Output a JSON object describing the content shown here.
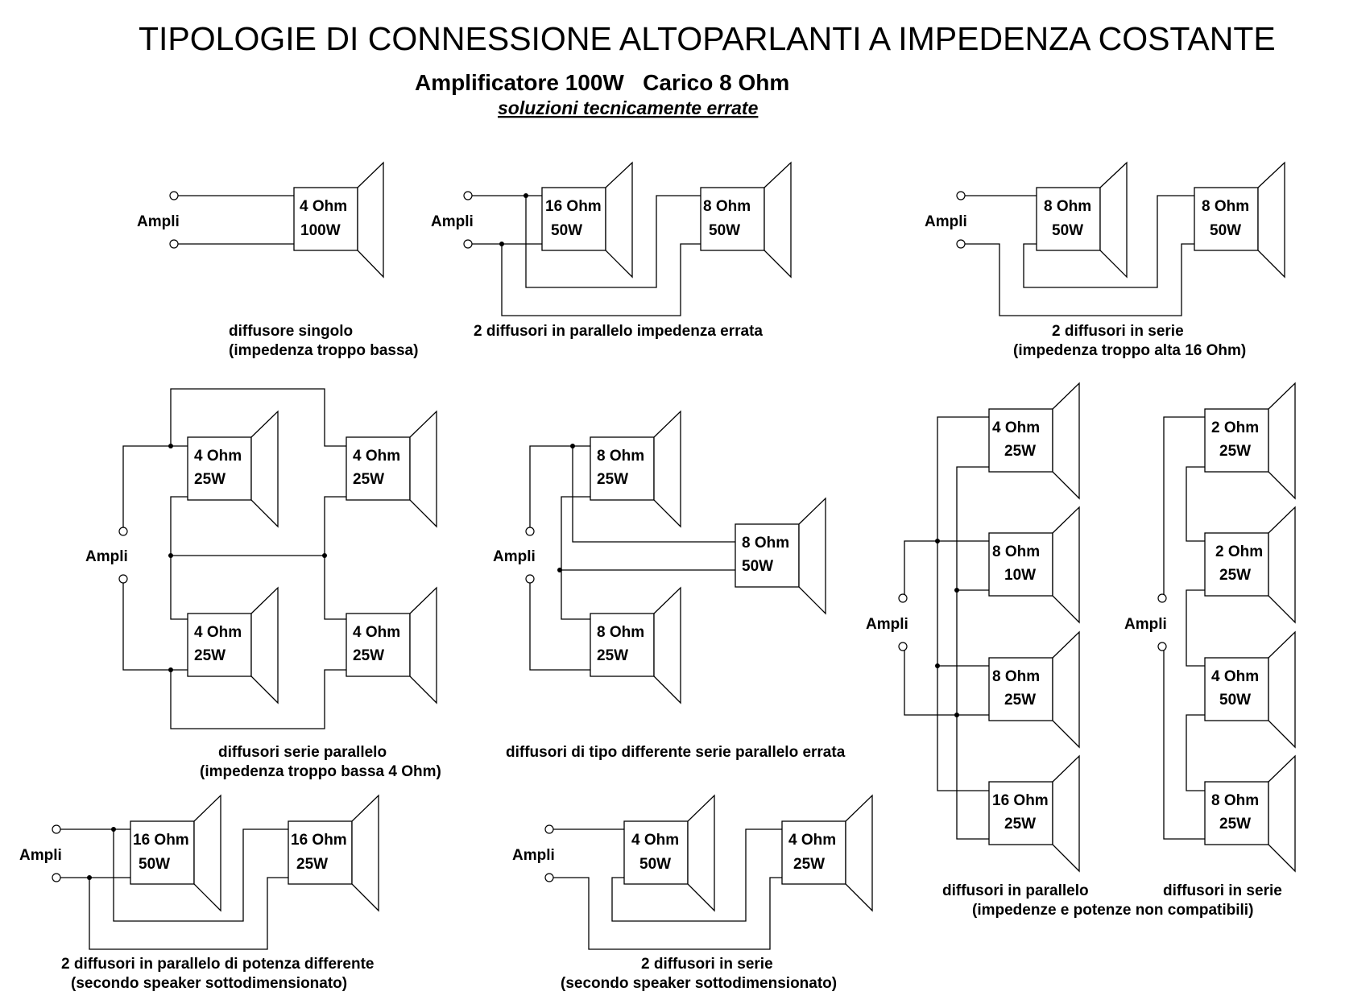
{
  "title": "TIPOLOGIE DI CONNESSIONE ALTOPARLANTI A IMPEDENZA COSTANTE",
  "subtitle": "Amplificatore 100W   Carico 8 Ohm",
  "subtitle2": "soluzioni tecnicamente errate",
  "ampli_label": "Ampli",
  "diagrams": [
    {
      "id": "d1",
      "captions": [
        "diffusore singolo",
        "(impedenza troppo bassa)"
      ],
      "speakers": [
        {
          "ohm": "4 Ohm",
          "watt": "100W"
        }
      ]
    },
    {
      "id": "d2",
      "captions": [
        "2 diffusori in parallelo impedenza errata"
      ],
      "speakers": [
        {
          "ohm": "16 Ohm",
          "watt": "50W"
        },
        {
          "ohm": "8 Ohm",
          "watt": "50W"
        }
      ]
    },
    {
      "id": "d3",
      "captions": [
        "2 diffusori in serie",
        "(impedenza troppo alta 16 Ohm)"
      ],
      "speakers": [
        {
          "ohm": "8 Ohm",
          "watt": "50W"
        },
        {
          "ohm": "8 Ohm",
          "watt": "50W"
        }
      ]
    },
    {
      "id": "d4",
      "captions": [
        "diffusori serie parallelo",
        "(impedenza troppo bassa 4 Ohm)"
      ],
      "speakers": [
        {
          "ohm": "4 Ohm",
          "watt": "25W"
        },
        {
          "ohm": "4 Ohm",
          "watt": "25W"
        },
        {
          "ohm": "4 Ohm",
          "watt": "25W"
        },
        {
          "ohm": "4 Ohm",
          "watt": "25W"
        }
      ]
    },
    {
      "id": "d5",
      "captions": [
        "diffusori di tipo differente serie parallelo errata"
      ],
      "speakers": [
        {
          "ohm": "8 Ohm",
          "watt": "25W"
        },
        {
          "ohm": "8 Ohm",
          "watt": "50W"
        },
        {
          "ohm": "8 Ohm",
          "watt": "25W"
        }
      ]
    },
    {
      "id": "d6",
      "captions": [
        "diffusori in parallelo"
      ],
      "speakers": [
        {
          "ohm": "4 Ohm",
          "watt": "25W"
        },
        {
          "ohm": "8 Ohm",
          "watt": "10W"
        },
        {
          "ohm": "8 Ohm",
          "watt": "25W"
        },
        {
          "ohm": "16 Ohm",
          "watt": "25W"
        }
      ]
    },
    {
      "id": "d7",
      "captions": [
        "diffusori in serie"
      ],
      "speakers": [
        {
          "ohm": "2 Ohm",
          "watt": "25W"
        },
        {
          "ohm": "2 Ohm",
          "watt": "25W"
        },
        {
          "ohm": "4 Ohm",
          "watt": "50W"
        },
        {
          "ohm": "8 Ohm",
          "watt": "25W"
        }
      ]
    },
    {
      "id": "d8",
      "captions": [
        "2 diffusori in parallelo di potenza differente",
        "(secondo speaker sottodimensionato)"
      ],
      "speakers": [
        {
          "ohm": "16 Ohm",
          "watt": "50W"
        },
        {
          "ohm": "16 Ohm",
          "watt": "25W"
        }
      ]
    },
    {
      "id": "d9",
      "captions": [
        "2 diffusori in serie",
        "(secondo speaker sottodimensionato)"
      ],
      "speakers": [
        {
          "ohm": "4 Ohm",
          "watt": "50W"
        },
        {
          "ohm": "4 Ohm",
          "watt": "25W"
        }
      ]
    }
  ],
  "shared_caption": "(impedenze e potenze non compatibili)"
}
